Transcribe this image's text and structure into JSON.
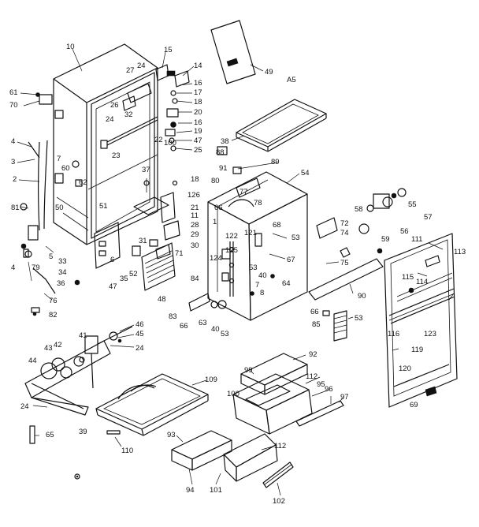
{
  "section_code": "A5",
  "callouts": [
    {
      "id": "10",
      "text": "10"
    },
    {
      "id": "15",
      "text": "15"
    },
    {
      "id": "14",
      "text": "14"
    },
    {
      "id": "16a",
      "text": "16"
    },
    {
      "id": "17",
      "text": "17"
    },
    {
      "id": "18a",
      "text": "18"
    },
    {
      "id": "20",
      "text": "20"
    },
    {
      "id": "16b",
      "text": "16"
    },
    {
      "id": "19",
      "text": "19"
    },
    {
      "id": "47a",
      "text": "47"
    },
    {
      "id": "25",
      "text": "25"
    },
    {
      "id": "27",
      "text": "27"
    },
    {
      "id": "24a",
      "text": "24"
    },
    {
      "id": "26",
      "text": "26"
    },
    {
      "id": "32",
      "text": "32"
    },
    {
      "id": "24b",
      "text": "24"
    },
    {
      "id": "22",
      "text": "22"
    },
    {
      "id": "100a",
      "text": "100"
    },
    {
      "id": "23",
      "text": "23"
    },
    {
      "id": "37",
      "text": "37"
    },
    {
      "id": "18b",
      "text": "18"
    },
    {
      "id": "126",
      "text": "126"
    },
    {
      "id": "21",
      "text": "21"
    },
    {
      "id": "11",
      "text": "11"
    },
    {
      "id": "61",
      "text": "61"
    },
    {
      "id": "70",
      "text": "70"
    },
    {
      "id": "4a",
      "text": "4"
    },
    {
      "id": "3",
      "text": "3"
    },
    {
      "id": "7",
      "text": "7"
    },
    {
      "id": "60",
      "text": "60"
    },
    {
      "id": "2",
      "text": "2"
    },
    {
      "id": "62",
      "text": "62"
    },
    {
      "id": "81",
      "text": "81"
    },
    {
      "id": "50",
      "text": "50"
    },
    {
      "id": "51",
      "text": "51"
    },
    {
      "id": "28",
      "text": "28"
    },
    {
      "id": "29",
      "text": "29"
    },
    {
      "id": "30",
      "text": "30"
    },
    {
      "id": "31",
      "text": "31"
    },
    {
      "id": "71",
      "text": "71"
    },
    {
      "id": "5",
      "text": "5"
    },
    {
      "id": "4b",
      "text": "4"
    },
    {
      "id": "79",
      "text": "79"
    },
    {
      "id": "33",
      "text": "33"
    },
    {
      "id": "34",
      "text": "34"
    },
    {
      "id": "6",
      "text": "6"
    },
    {
      "id": "35",
      "text": "35"
    },
    {
      "id": "52",
      "text": "52"
    },
    {
      "id": "36",
      "text": "36"
    },
    {
      "id": "47b",
      "text": "47"
    },
    {
      "id": "48",
      "text": "48"
    },
    {
      "id": "76",
      "text": "76"
    },
    {
      "id": "82",
      "text": "82"
    },
    {
      "id": "49",
      "text": "49"
    },
    {
      "id": "38",
      "text": "38"
    },
    {
      "id": "88",
      "text": "88"
    },
    {
      "id": "91",
      "text": "91"
    },
    {
      "id": "89",
      "text": "89"
    },
    {
      "id": "54",
      "text": "54"
    },
    {
      "id": "80",
      "text": "80"
    },
    {
      "id": "77",
      "text": "77"
    },
    {
      "id": "66a",
      "text": "66"
    },
    {
      "id": "78",
      "text": "78"
    },
    {
      "id": "1",
      "text": "1"
    },
    {
      "id": "122",
      "text": "122"
    },
    {
      "id": "121",
      "text": "121"
    },
    {
      "id": "68",
      "text": "68"
    },
    {
      "id": "125",
      "text": "125"
    },
    {
      "id": "124",
      "text": "124"
    },
    {
      "id": "53a",
      "text": "53"
    },
    {
      "id": "67",
      "text": "67"
    },
    {
      "id": "53b",
      "text": "53"
    },
    {
      "id": "40a",
      "text": "40"
    },
    {
      "id": "7b",
      "text": "7"
    },
    {
      "id": "64",
      "text": "64"
    },
    {
      "id": "8",
      "text": "8"
    },
    {
      "id": "84",
      "text": "84"
    },
    {
      "id": "83",
      "text": "83"
    },
    {
      "id": "66b",
      "text": "66"
    },
    {
      "id": "63",
      "text": "63"
    },
    {
      "id": "40b",
      "text": "40"
    },
    {
      "id": "53c",
      "text": "53"
    },
    {
      "id": "72",
      "text": "72"
    },
    {
      "id": "74",
      "text": "74"
    },
    {
      "id": "75",
      "text": "75"
    },
    {
      "id": "58",
      "text": "58"
    },
    {
      "id": "55",
      "text": "55"
    },
    {
      "id": "57",
      "text": "57"
    },
    {
      "id": "56",
      "text": "56"
    },
    {
      "id": "59",
      "text": "59"
    },
    {
      "id": "111",
      "text": "111"
    },
    {
      "id": "113",
      "text": "113"
    },
    {
      "id": "115",
      "text": "115"
    },
    {
      "id": "114",
      "text": "114"
    },
    {
      "id": "90",
      "text": "90"
    },
    {
      "id": "66c",
      "text": "66"
    },
    {
      "id": "85",
      "text": "85"
    },
    {
      "id": "53d",
      "text": "53"
    },
    {
      "id": "116",
      "text": "116"
    },
    {
      "id": "123",
      "text": "123"
    },
    {
      "id": "119",
      "text": "119"
    },
    {
      "id": "120",
      "text": "120"
    },
    {
      "id": "69",
      "text": "69"
    },
    {
      "id": "46",
      "text": "46"
    },
    {
      "id": "45",
      "text": "45"
    },
    {
      "id": "41",
      "text": "41"
    },
    {
      "id": "24c",
      "text": "24"
    },
    {
      "id": "43",
      "text": "43"
    },
    {
      "id": "42",
      "text": "42"
    },
    {
      "id": "44",
      "text": "44"
    },
    {
      "id": "24d",
      "text": "24"
    },
    {
      "id": "39",
      "text": "39"
    },
    {
      "id": "65",
      "text": "65"
    },
    {
      "id": "109",
      "text": "109"
    },
    {
      "id": "110",
      "text": "110"
    },
    {
      "id": "99",
      "text": "99"
    },
    {
      "id": "92a",
      "text": "92"
    },
    {
      "id": "112a",
      "text": "112"
    },
    {
      "id": "100b",
      "text": "100"
    },
    {
      "id": "95",
      "text": "95"
    },
    {
      "id": "96",
      "text": "96"
    },
    {
      "id": "97",
      "text": "97"
    },
    {
      "id": "93",
      "text": "93"
    },
    {
      "id": "112b",
      "text": "112"
    },
    {
      "id": "94",
      "text": "94"
    },
    {
      "id": "101",
      "text": "101"
    },
    {
      "id": "102",
      "text": "102"
    }
  ]
}
